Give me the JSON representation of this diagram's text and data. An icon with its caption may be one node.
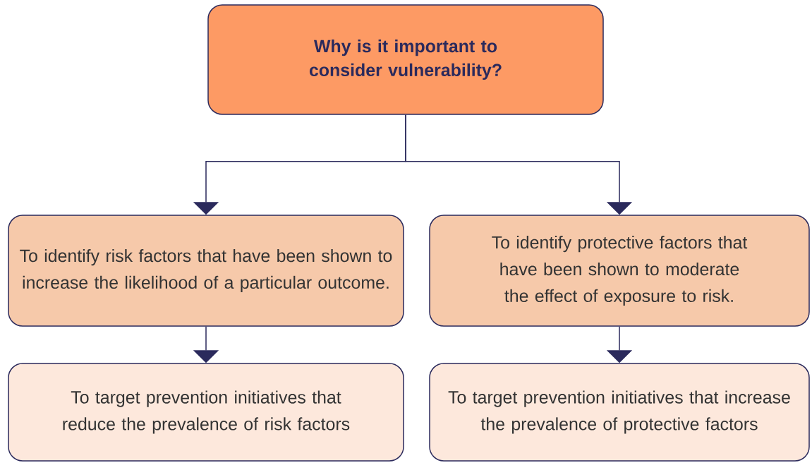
{
  "diagram": {
    "nodes": [
      {
        "text": [
          "Why is it important to consider vulnerability?"
        ]
      },
      {
        "text": [
          "To identify risk factors that have been shown to increase the likelihood of a particular outcome."
        ]
      },
      {
        "text": [
          "To identify protective factors that have been shown to moderate the effect of exposure to risk."
        ]
      },
      {
        "text": [
          "To target prevention initiatives that reduce the prevalence of risk factors"
        ]
      },
      {
        "text": [
          "To target prevention initiatives that increase the prevalence of protective factors"
        ]
      }
    ],
    "edges": [
      {
        "from": 0,
        "to": 1,
        "arrow": "to"
      },
      {
        "from": 0,
        "to": 2,
        "arrow": "to"
      },
      {
        "from": 1,
        "to": 3,
        "arrow": "to"
      },
      {
        "from": 2,
        "to": 4,
        "arrow": "to"
      }
    ]
  }
}
